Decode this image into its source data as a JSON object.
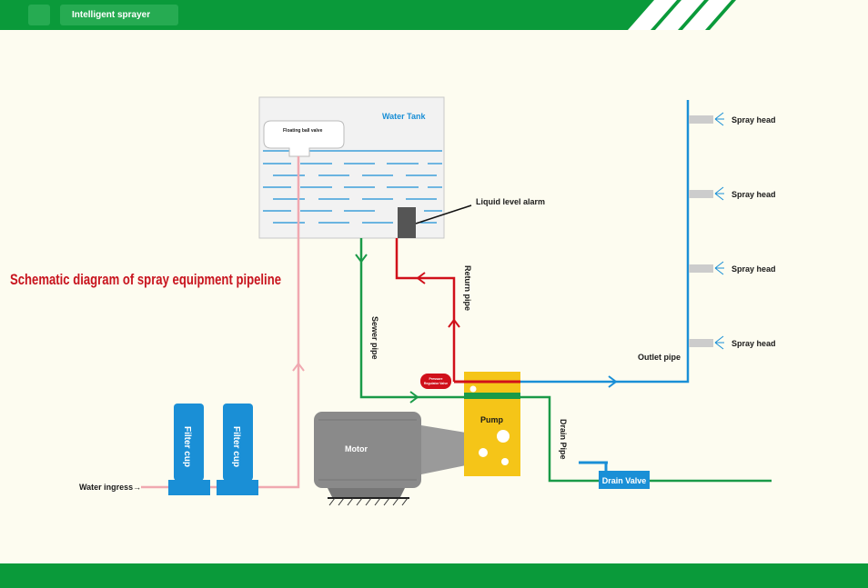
{
  "header": {
    "tab_label": "Intelligent sprayer"
  },
  "diagram": {
    "title": "Schematic diagram of spray equipment pipeline",
    "water_tank": "Water Tank",
    "floating_ball_valve": "Floating ball valve",
    "liquid_level_alarm": "Liquid level alarm",
    "return_pipe": "Return pipe",
    "sewer_pipe": "Sewer pipe",
    "pressure_valve_line1": "Pressure",
    "pressure_valve_line2": "Regulator Valve",
    "pump": "Pump",
    "motor": "Motor",
    "filter_cup_1": "Filter cup",
    "filter_cup_2": "Filter cup",
    "water_ingress": "Water ingress→",
    "outlet_pipe": "Outlet pipe",
    "drain_pipe": "Drain Pipe",
    "drain_valve": "Drain Valve",
    "spray_heads": [
      "Spray head",
      "Spray head",
      "Spray head",
      "Spray head"
    ]
  },
  "colors": {
    "brand_green": "#0a9a3a",
    "title_red": "#c8141e",
    "water_blue": "#1a8fd6",
    "return_red": "#d0101a",
    "sewer_green": "#1a9a48",
    "inlet_pink": "#f0a8b0",
    "pump_yellow": "#f5c518",
    "motor_gray": "#8a8a8a"
  }
}
